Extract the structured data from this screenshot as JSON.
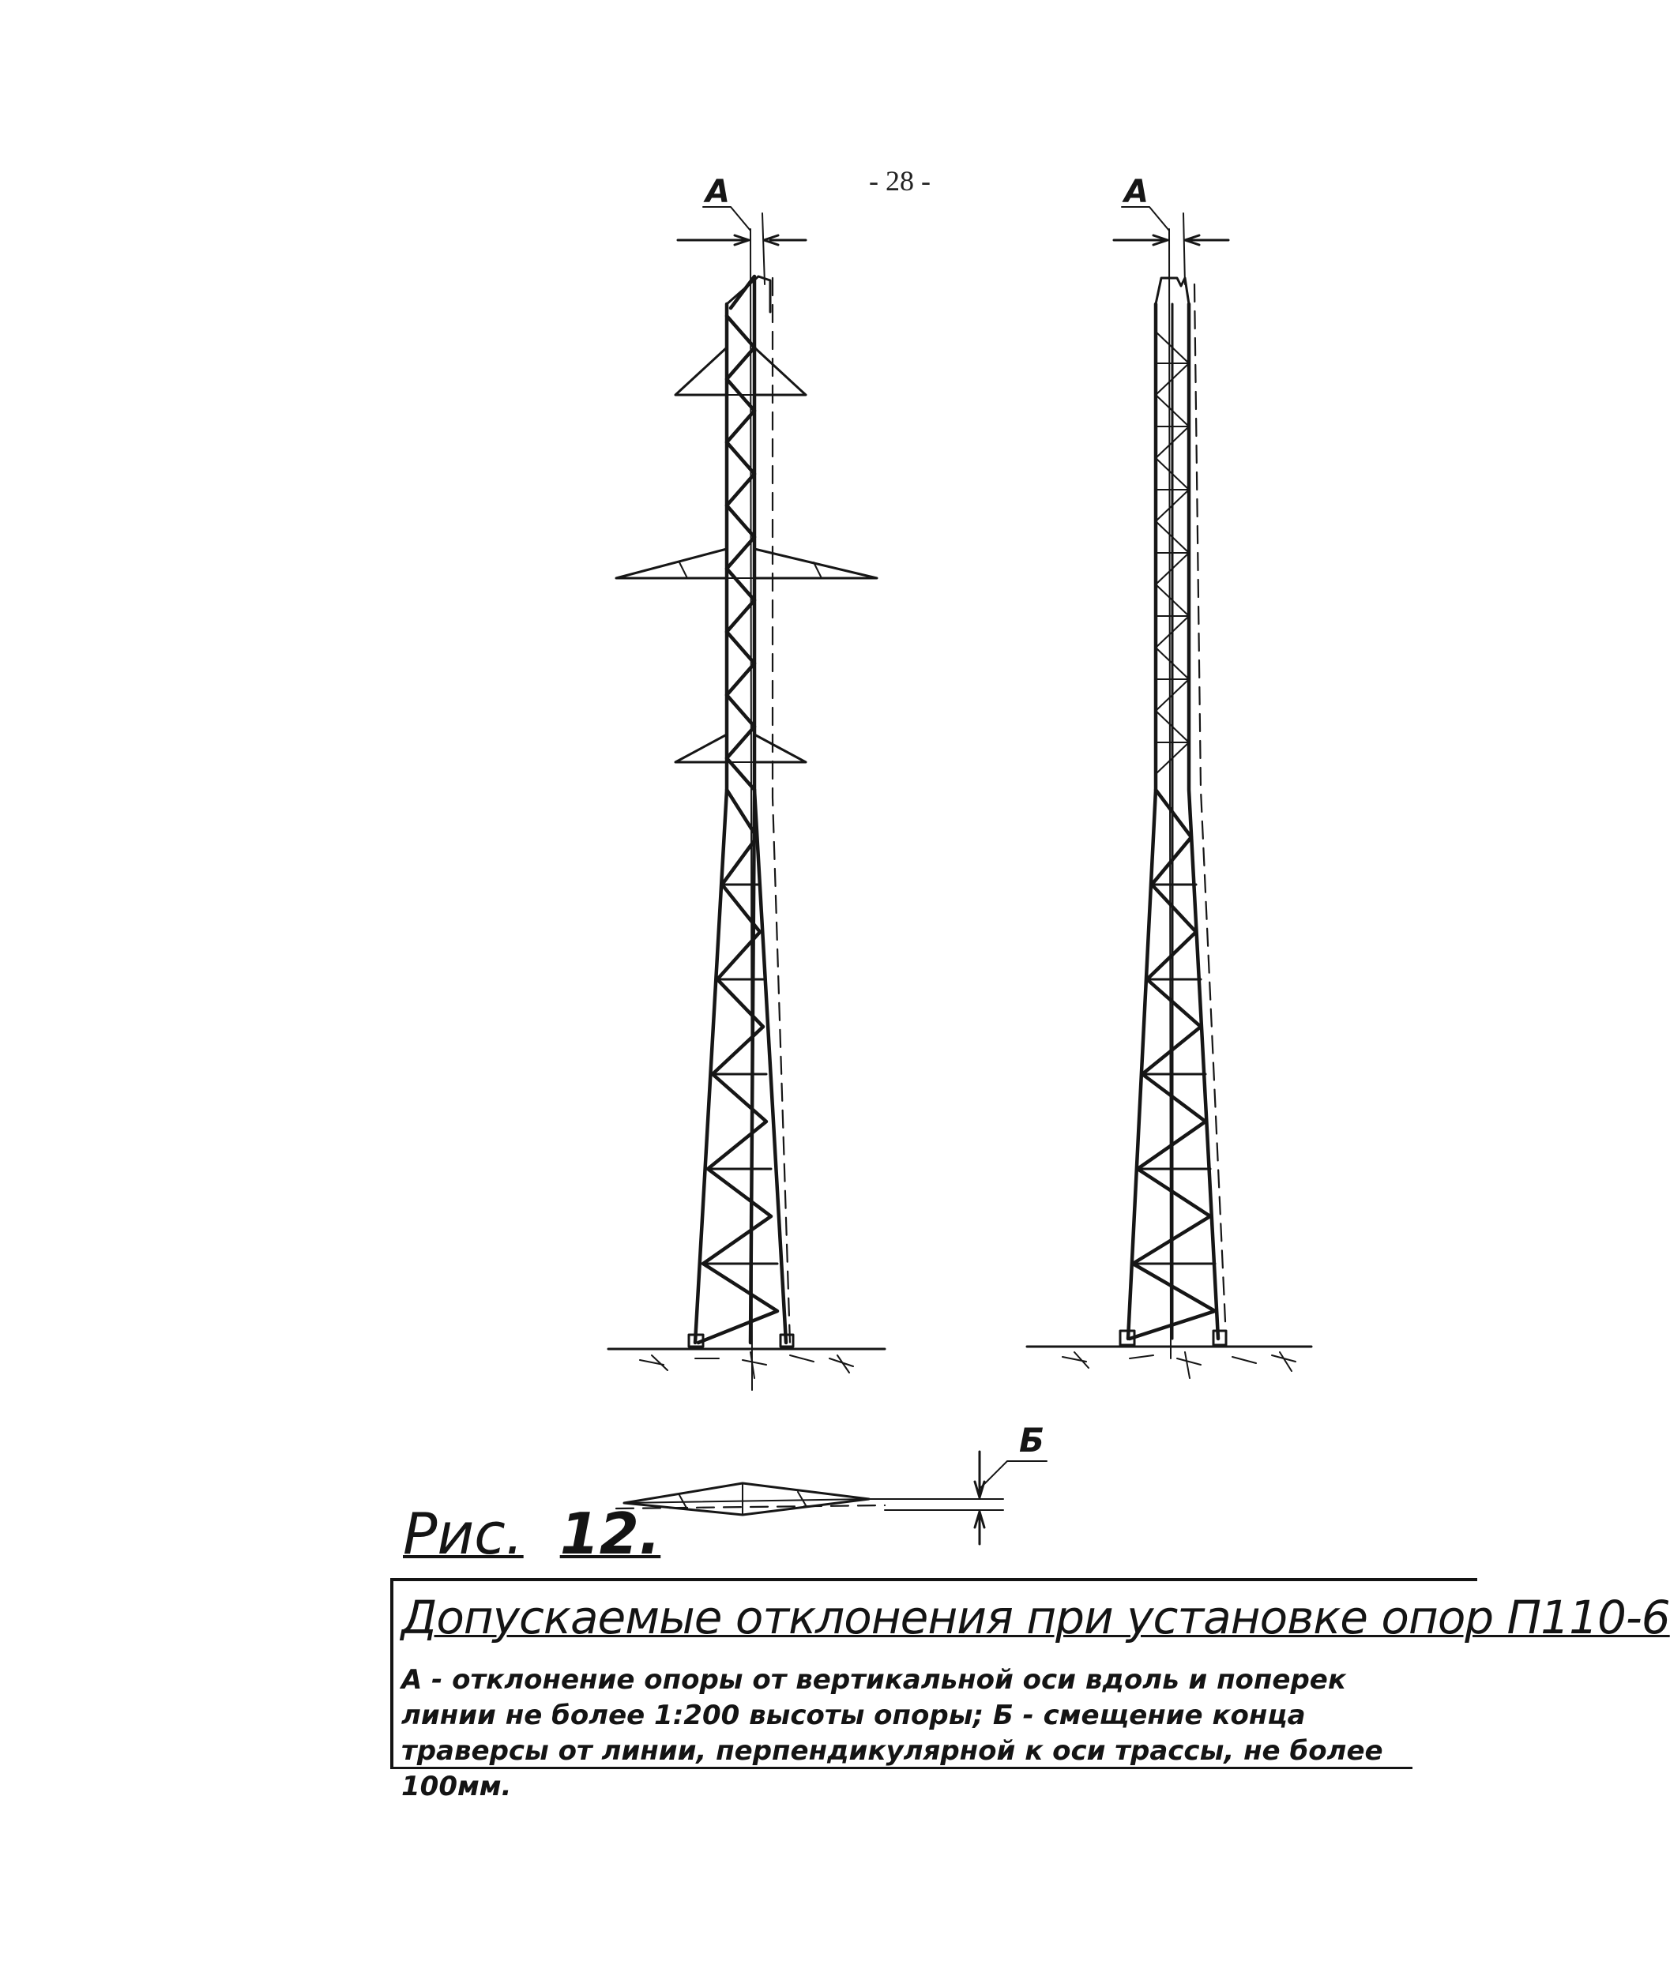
{
  "page": {
    "page_number": "- 28 -"
  },
  "diagram": {
    "label_a_left": "А",
    "label_a_right": "А",
    "label_b": "Б"
  },
  "caption": {
    "fig_label": "Рис.",
    "fig_number": "12.",
    "title": "Допускаемые отклонения при установке опор П110-6",
    "description": "А - отклонение опоры от вертикальной оси вдоль и поперек линии не более 1:200 высоты опоры; Б - смещение конца траверсы от линии, перпендикулярной к оси трассы, не более 100мм."
  }
}
